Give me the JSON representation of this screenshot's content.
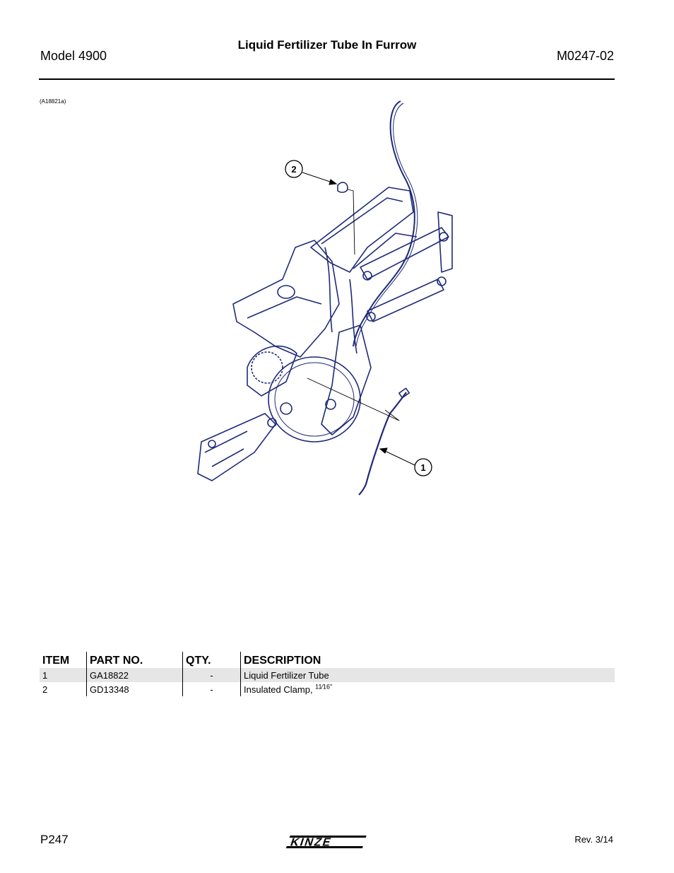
{
  "header": {
    "model": "Model 4900",
    "title": "Liquid Fertilizer Tube In Furrow",
    "doc_number": "M0247-02"
  },
  "figure": {
    "reference": "(A18821a)",
    "callouts": [
      "1",
      "2"
    ]
  },
  "parts_table": {
    "columns": [
      "ITEM",
      "PART NO.",
      "QTY.",
      "DESCRIPTION"
    ],
    "rows": [
      {
        "item": "1",
        "part_no": "GA18822",
        "qty": "-",
        "description": "Liquid Fertilizer Tube",
        "fraction": ""
      },
      {
        "item": "2",
        "part_no": "GD13348",
        "qty": "-",
        "description": "Insulated Clamp, ",
        "fraction": "11⁄16\""
      }
    ]
  },
  "footer": {
    "page": "P247",
    "brand": "KINZE",
    "revision": "Rev. 3/14"
  },
  "colors": {
    "accent": "#1e2a78",
    "row_shade": "#e6e6e6"
  }
}
